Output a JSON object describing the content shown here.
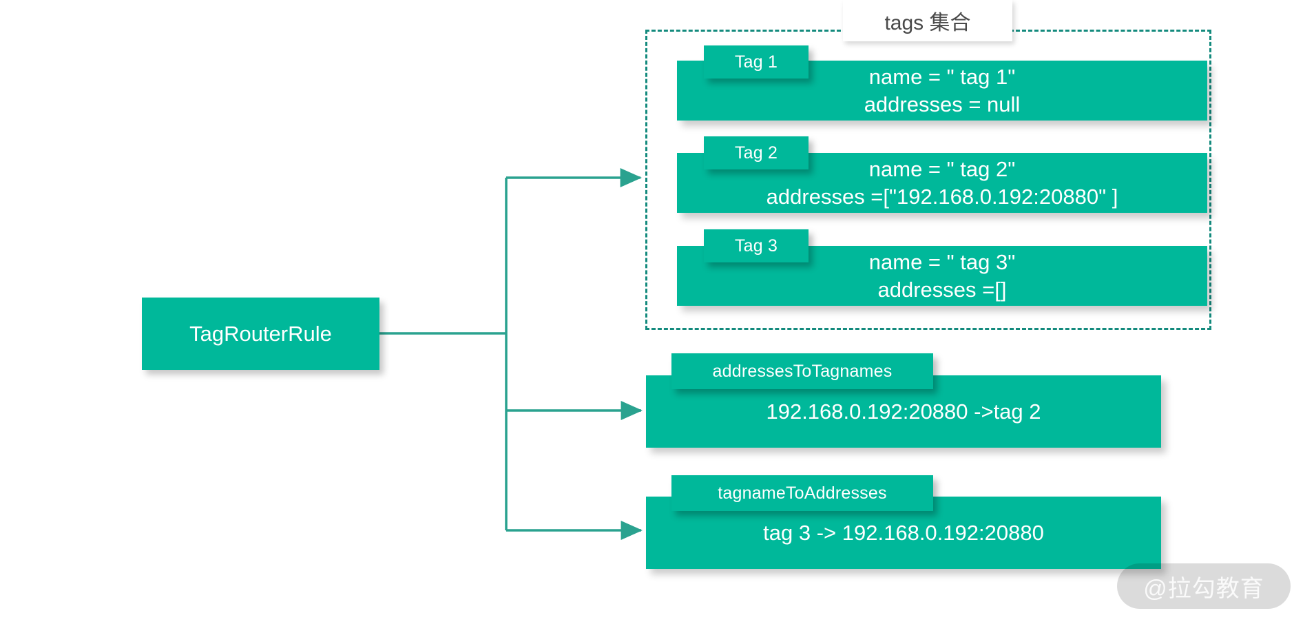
{
  "diagram": {
    "root": {
      "label": "TagRouterRule"
    },
    "group": {
      "label": "tags 集合",
      "items": [
        {
          "chip": "Tag 1",
          "line1": "name = \" tag 1\"",
          "line2": "addresses = null"
        },
        {
          "chip": "Tag 2",
          "line1": "name = \" tag 2\"",
          "line2": "addresses =[\"192.168.0.192:20880\" ]"
        },
        {
          "chip": "Tag 3",
          "line1": "name = \" tag 3\"",
          "line2": "addresses =[]"
        }
      ]
    },
    "maps": [
      {
        "chip": "addressesToTagnames",
        "line1": "192.168.0.192:20880 ->tag 2"
      },
      {
        "chip": "tagnameToAddresses",
        "line1": "tag 3 -> 192.168.0.192:20880"
      }
    ],
    "watermark": "@拉勾教育",
    "colors": {
      "teal": "#00b89a",
      "dashed_border": "#138a7d",
      "connector": "#2aa28f",
      "text_on_teal": "#ffffff",
      "group_label_text": "#4a4a4a",
      "background": "#ffffff"
    }
  }
}
